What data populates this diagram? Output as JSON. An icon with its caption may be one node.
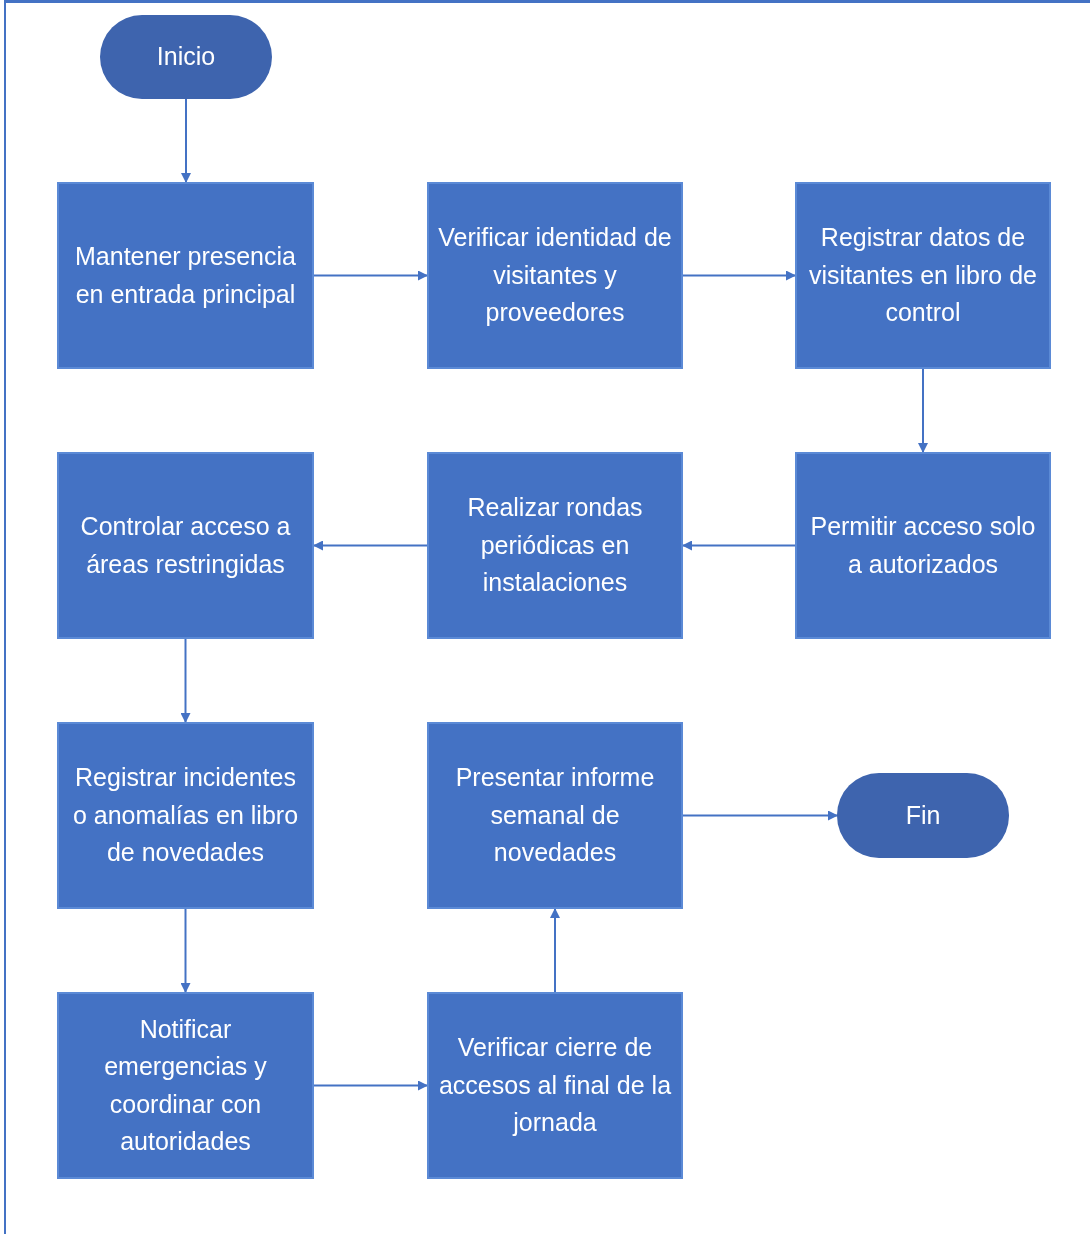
{
  "diagram": {
    "nodes": [
      {
        "text": [
          "Inicio"
        ]
      },
      {
        "text": [
          "Mantener presencia en entrada principal"
        ]
      },
      {
        "text": [
          "Verificar identidad de visitantes y proveedores"
        ]
      },
      {
        "text": [
          "Registrar datos de visitantes en libro de control"
        ]
      },
      {
        "text": [
          "Controlar acceso a áreas restringidas"
        ]
      },
      {
        "text": [
          "Realizar rondas periódicas en instalaciones"
        ]
      },
      {
        "text": [
          "Permitir acceso solo a autorizados"
        ]
      },
      {
        "text": [
          "Registrar incidentes o anomalías en libro de novedades"
        ]
      },
      {
        "text": [
          "Presentar informe semanal de novedades"
        ]
      },
      {
        "text": [
          "Fin"
        ]
      },
      {
        "text": [
          "Notificar emergencias y coordinar con autoridades"
        ]
      },
      {
        "text": [
          "Verificar cierre de accesos al final de la jornada"
        ]
      }
    ],
    "edges": [
      {
        "from": 0,
        "to": 1,
        "arrow": "to"
      },
      {
        "from": 1,
        "to": 2,
        "arrow": "to"
      },
      {
        "from": 2,
        "to": 3,
        "arrow": "to"
      },
      {
        "from": 3,
        "to": 6,
        "arrow": "to"
      },
      {
        "from": 6,
        "to": 5,
        "arrow": "to"
      },
      {
        "from": 5,
        "to": 4,
        "arrow": "to"
      },
      {
        "from": 4,
        "to": 7,
        "arrow": "to"
      },
      {
        "from": 7,
        "to": 10,
        "arrow": "to"
      },
      {
        "from": 10,
        "to": 11,
        "arrow": "to"
      },
      {
        "from": 11,
        "to": 8,
        "arrow": "to"
      },
      {
        "from": 8,
        "to": 9,
        "arrow": "to"
      }
    ]
  }
}
